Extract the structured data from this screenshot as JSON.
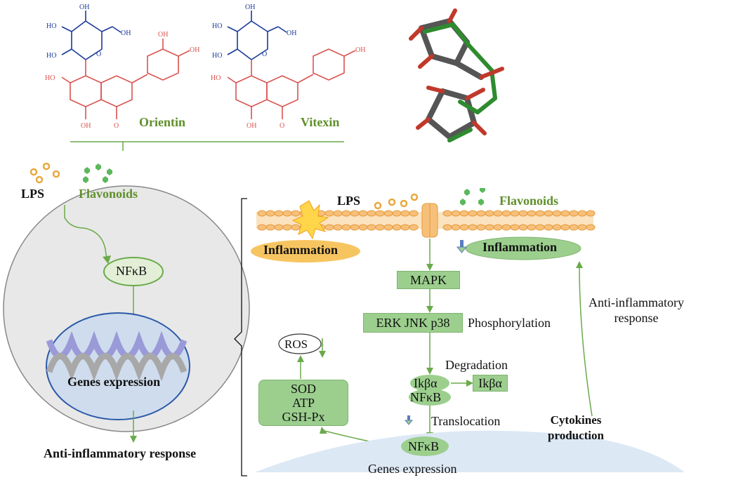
{
  "compounds": {
    "orientin": "Orientin",
    "vitexin": "Vitexin",
    "oh": "OH",
    "ho": "HO",
    "o": "O"
  },
  "left_panel": {
    "lps": "LPS",
    "flavonoids": "Flavonoids",
    "nfkb": "NFκB",
    "genes_expression": "Genes expression",
    "anti_inflammatory_response": "Anti-inflammatory response"
  },
  "right_panel": {
    "lps": "LPS",
    "flavonoids": "Flavonoids",
    "inflammation_left": "Inflammation",
    "inflammation_right": "Inflammation",
    "mapk": "MAPK",
    "erk_jnk_p38": "ERK JNK p38",
    "phosphorylation": "Phosphorylation",
    "ros": "ROS",
    "antioxidants": [
      "SOD",
      "ATP",
      "GSH-Px"
    ],
    "degradation": "Degradation",
    "ikba_bound": "Ikβα",
    "ikba_free": "Ikβα",
    "nfkb_bound": "NFκB",
    "translocation": "Translocation",
    "nfkb_nucleus": "NFκB",
    "genes_expression": "Genes expression",
    "anti_inflammatory": [
      "Anti-inflammatory",
      "response"
    ],
    "cytokines": [
      "Cytokines",
      "production"
    ]
  },
  "colors": {
    "struct_red": "#d9534f",
    "struct_blue": "#1a3a9a",
    "accent_green": "#5f8f2a",
    "arrow_green": "#6aaa4a",
    "box_green": "#9ccf8e",
    "membrane_orange": "#f7c07a"
  }
}
